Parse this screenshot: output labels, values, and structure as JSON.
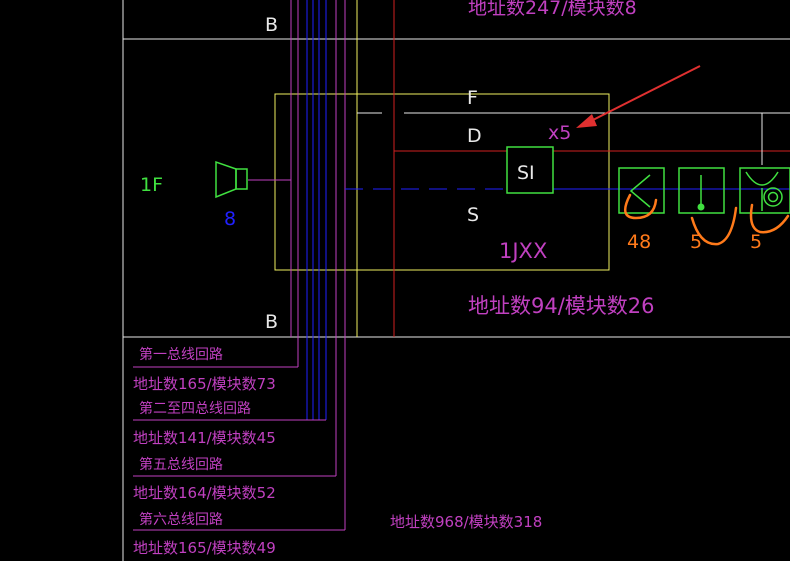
{
  "colors": {
    "white": "#e8e8e8",
    "yellow": "#f0f060",
    "magenta": "#c040c0",
    "blue": "#2020ff",
    "red": "#d02020",
    "green": "#40e040",
    "orange": "#ff7a1a",
    "annotation": "#e03030"
  },
  "labels": {
    "top_address": "地址数247/模块数8",
    "b_top": "B",
    "b_bottom": "B",
    "floor": "1F",
    "speaker_count": "8",
    "f_line": "F",
    "d_line": "D",
    "s_line": "S",
    "multiplier": "x5",
    "si_box": "SI",
    "box_name": "1JXX",
    "box_address": "地址数94/模块数26",
    "detector1_count": "48",
    "detector2_count": "5",
    "detector3_count": "5",
    "total_address": "地址数968/模块数318"
  },
  "loops": [
    {
      "name": "第一总线回路",
      "stats": "地址数165/模块数73"
    },
    {
      "name": "第二至四总线回路",
      "stats": "地址数141/模块数45"
    },
    {
      "name": "第五总线回路",
      "stats": "地址数164/模块数52"
    },
    {
      "name": "第六总线回路",
      "stats": "地址数165/模块数49"
    }
  ]
}
